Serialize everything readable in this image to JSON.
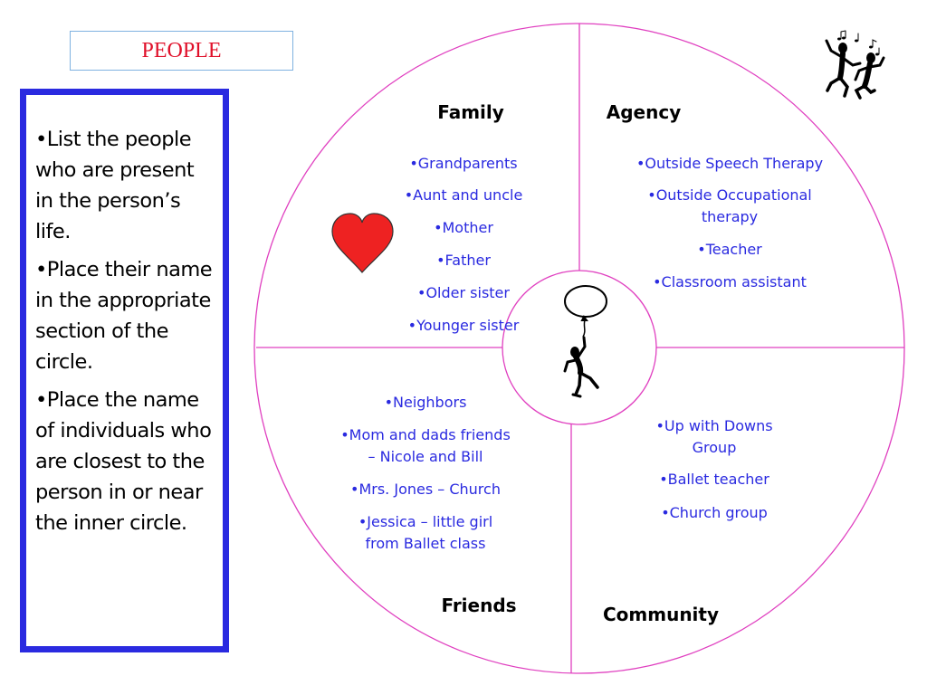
{
  "title": "PEOPLE",
  "instructions": [
    "•List the people who are present in the person’s life.",
    "•Place their name in the appropriate section of the circle.",
    "•Place the name of individuals who are closest to the person in or near the inner circle."
  ],
  "sections": {
    "family": {
      "heading": "Family",
      "items": [
        "•Grandparents",
        "•Aunt and uncle",
        "•Mother",
        "•Father",
        "•Older sister",
        "•Younger sister"
      ]
    },
    "agency": {
      "heading": "Agency",
      "items": [
        "•Outside Speech Therapy",
        "•Outside Occupational",
        "therapy",
        "•Teacher",
        "•Classroom assistant"
      ]
    },
    "friends": {
      "heading": "Friends",
      "items": [
        "•Neighbors",
        "•Mom and dads friends",
        "– Nicole and Bill",
        "•Mrs. Jones – Church",
        "•Jessica – little girl",
        "from Ballet class"
      ]
    },
    "community": {
      "heading": "Community",
      "items": [
        "•Up with Downs",
        "Group",
        "•Ballet teacher",
        "•Church group"
      ]
    }
  },
  "colors": {
    "circle_line": "#e040c0",
    "item_text": "#2a2ae0",
    "heart": "#ee2222",
    "title_text": "#e0102a",
    "instruction_border": "#2a2ae0"
  },
  "icons": [
    "heart-icon",
    "dancing-figures-icon",
    "balloon-figure-icon"
  ]
}
